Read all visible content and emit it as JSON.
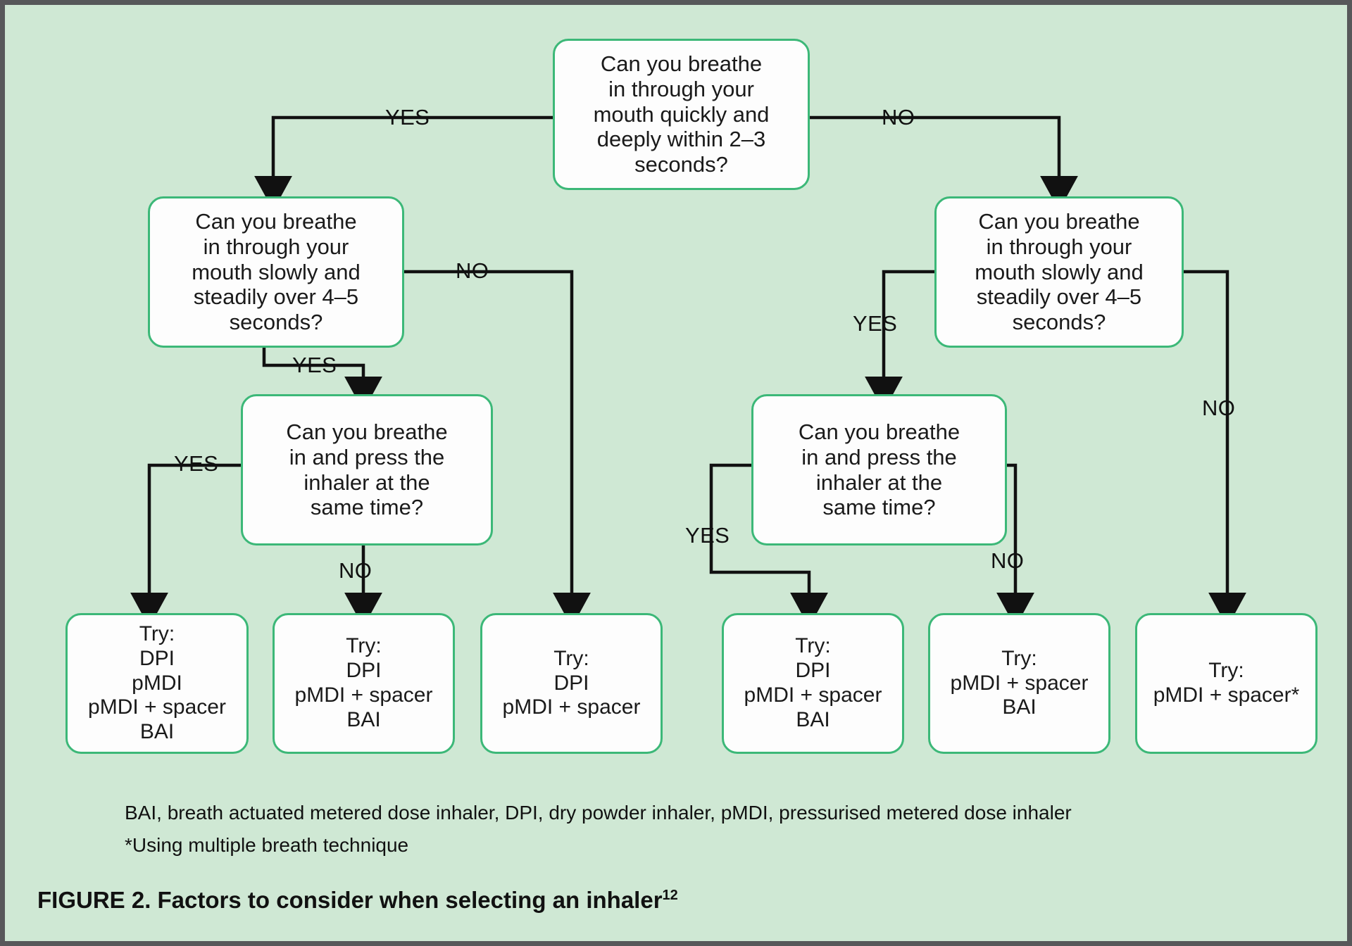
{
  "figure": {
    "background_color": "#cfe8d4",
    "box_border_color": "#3cb878",
    "box_fill_color": "#fdfdfd",
    "line_color": "#111111",
    "frame_color": "#57585a",
    "caption_main": "FIGURE 2. Factors to consider when selecting an inhaler",
    "caption_superscript": "12",
    "footnote_abbrev": "BAI, breath actuated metered dose inhaler, DPI, dry powder inhaler, pMDI, pressurised metered dose inhaler",
    "footnote_asterisk": "*Using multiple breath technique"
  },
  "nodes": {
    "q_root": "Can you breathe\nin through your\nmouth quickly and\ndeeply within 2–3\nseconds?",
    "q_left_slow": "Can you breathe\nin through your\nmouth slowly and\nsteadily over 4–5\nseconds?",
    "q_right_slow": "Can you breathe\nin through your\nmouth slowly and\nsteadily over 4–5\nseconds?",
    "q_left_press": "Can you breathe\nin and press the\ninhaler at the\nsame time?",
    "q_right_press": "Can you breathe\nin and press the\ninhaler at the\nsame time?",
    "r1": "Try:\nDPI\npMDI\npMDI + spacer\nBAI",
    "r2": "Try:\nDPI\npMDI + spacer\nBAI",
    "r3": "Try:\nDPI\npMDI + spacer",
    "r4": "Try:\nDPI\npMDI + spacer\nBAI",
    "r5": "Try:\npMDI + spacer\nBAI",
    "r6": "Try:\npMDI + spacer*"
  },
  "edge_labels": {
    "root_yes": "YES",
    "root_no": "NO",
    "left_slow_no": "NO",
    "left_slow_yes": "YES",
    "left_press_yes": "YES",
    "left_press_no": "NO",
    "right_slow_yes": "YES",
    "right_slow_no": "NO",
    "right_press_yes": "YES",
    "right_press_no": "NO"
  },
  "chart_data": {
    "type": "diagram",
    "title": "Factors to consider when selecting an inhaler",
    "decisions": [
      {
        "id": "q_root",
        "question": "Can you breathe in through your mouth quickly and deeply within 2–3 seconds?",
        "yes": "q_left_slow",
        "no": "q_right_slow"
      },
      {
        "id": "q_left_slow",
        "question": "Can you breathe in through your mouth slowly and steadily over 4–5 seconds?",
        "yes": "q_left_press",
        "no": "r3"
      },
      {
        "id": "q_left_press",
        "question": "Can you breathe in and press the inhaler at the same time?",
        "yes": "r1",
        "no": "r2"
      },
      {
        "id": "q_right_slow",
        "question": "Can you breathe in through your mouth slowly and steadily over 4–5 seconds?",
        "yes": "q_right_press",
        "no": "r6"
      },
      {
        "id": "q_right_press",
        "question": "Can you breathe in and press the inhaler at the same time?",
        "yes": "r4",
        "no": "r5"
      }
    ],
    "outcomes": [
      {
        "id": "r1",
        "options": [
          "DPI",
          "pMDI",
          "pMDI + spacer",
          "BAI"
        ]
      },
      {
        "id": "r2",
        "options": [
          "DPI",
          "pMDI + spacer",
          "BAI"
        ]
      },
      {
        "id": "r3",
        "options": [
          "DPI",
          "pMDI + spacer"
        ]
      },
      {
        "id": "r4",
        "options": [
          "DPI",
          "pMDI + spacer",
          "BAI"
        ]
      },
      {
        "id": "r5",
        "options": [
          "pMDI + spacer",
          "BAI"
        ]
      },
      {
        "id": "r6",
        "options": [
          "pMDI + spacer*"
        ]
      }
    ]
  }
}
